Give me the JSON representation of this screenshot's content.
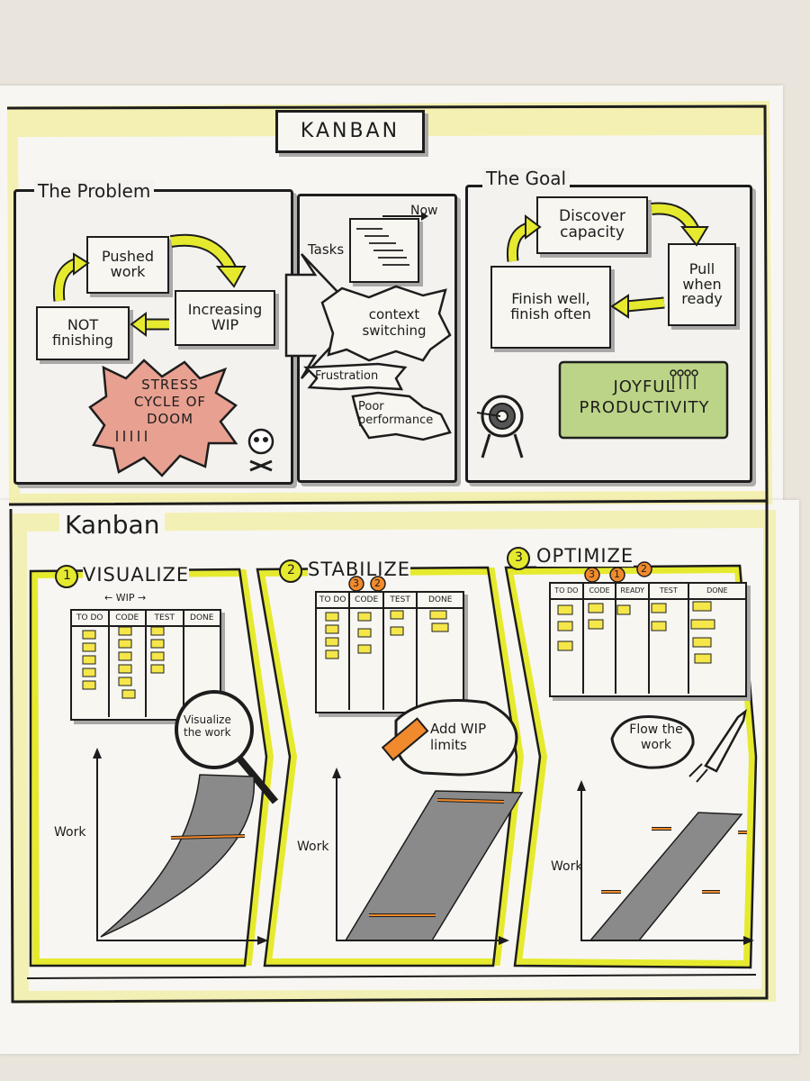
{
  "title": "KANBAN",
  "top": {
    "problem": {
      "heading": "The Problem",
      "boxes": {
        "pushed": "Pushed work",
        "increasing": "Increasing WIP",
        "not_finishing": "NOT finishing"
      },
      "stress": "STRESS CYCLE OF DOOM"
    },
    "middle": {
      "tasks": "Tasks",
      "now": "Now",
      "context": "context switching",
      "frustration": "Frustration",
      "poor": "Poor performance"
    },
    "goal": {
      "heading": "The Goal",
      "boxes": {
        "discover": "Discover capacity",
        "pull": "Pull when ready",
        "finish": "Finish well, finish often"
      },
      "joyful": "JOYFUL PRODUCTIVITY"
    }
  },
  "bottom": {
    "heading": "Kanban",
    "steps": [
      {
        "number": "1",
        "name": "VISUALIZE",
        "wip_label": "WIP",
        "columns": [
          "TO DO",
          "CODE",
          "TEST",
          "DONE"
        ],
        "wip_limits": [],
        "bubble": "Visualize the work",
        "ylabel": "Work"
      },
      {
        "number": "2",
        "name": "STABILIZE",
        "columns": [
          "TO DO",
          "CODE",
          "TEST",
          "DONE"
        ],
        "wip_limits": [
          "3",
          "2"
        ],
        "bubble": "Add WIP limits",
        "ylabel": "Work"
      },
      {
        "number": "3",
        "name": "OPTIMIZE",
        "columns": [
          "TO DO",
          "CODE",
          "READY",
          "TEST",
          "DONE"
        ],
        "wip_limits": [
          "3",
          "1",
          "2"
        ],
        "bubble": "Flow the work",
        "ylabel": "Work"
      }
    ]
  },
  "colors": {
    "yellow_marker": "#f1ee9b",
    "bright_yellow": "#e6ea2e",
    "orange": "#f08a2c",
    "stress_red": "#e8a091",
    "joy_green": "#bcd487",
    "sticky_yellow": "#f5e64a",
    "ink": "#1d1d1d",
    "shadow_grey": "#a9a8a6"
  }
}
